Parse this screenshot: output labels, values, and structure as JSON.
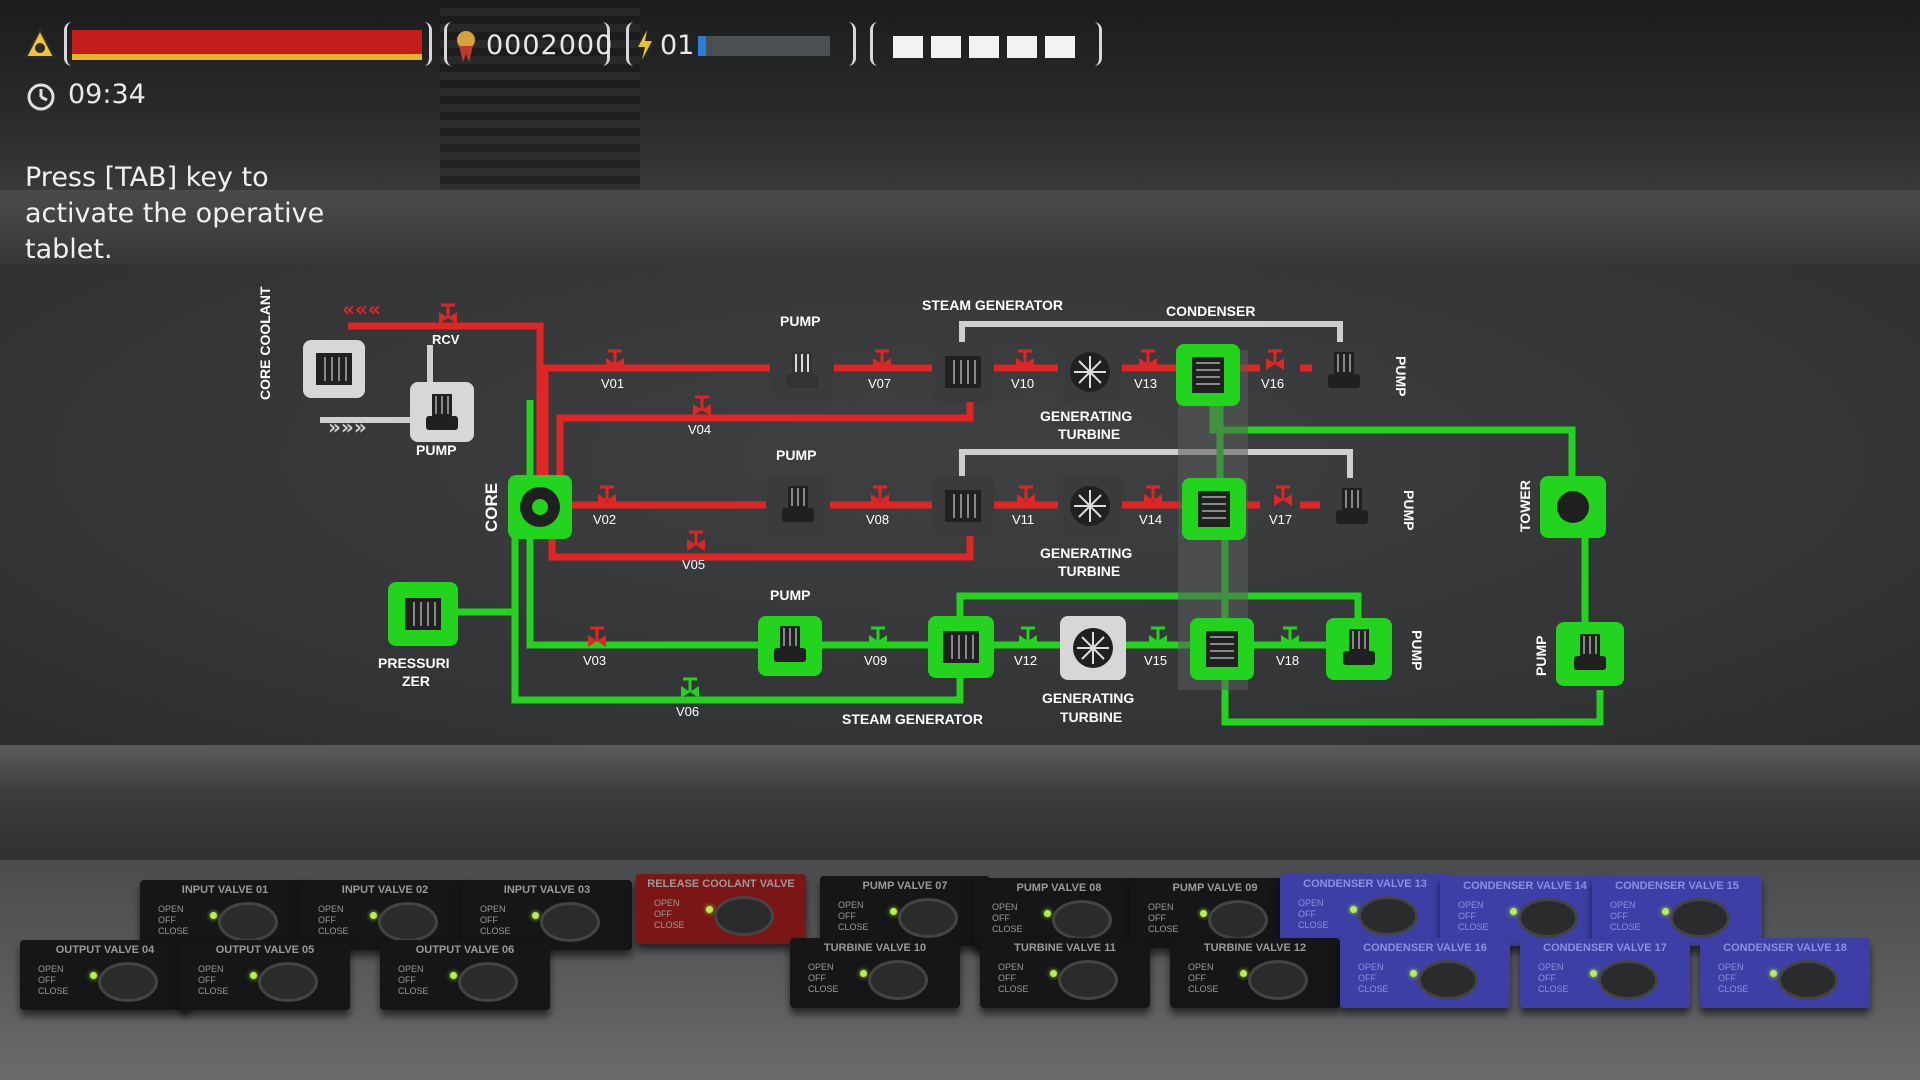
{
  "hud": {
    "score": "0002000",
    "energy_label": "01",
    "energy_level": 0.06,
    "health_level": 1.0,
    "slots_filled": 5,
    "timer": "09:34",
    "hint": "Press [TAB] key to activate the operative tablet.",
    "icons": [
      "warning-icon",
      "medal-icon",
      "lightning-icon",
      "clock-icon"
    ]
  },
  "diagram": {
    "labels": {
      "core_coolant": "CORE COOLANT",
      "rcv": "RCV",
      "pump": "PUMP",
      "core": "CORE",
      "pressurizer_1": "PRESSURI",
      "pressurizer_2": "ZER",
      "steam_generator": "STEAM GENERATOR",
      "condenser": "CONDENSER",
      "generating": "GENERATING",
      "turbine": "TURBINE",
      "tower": "TOWER"
    },
    "valves": [
      "V01",
      "V02",
      "V03",
      "V04",
      "V05",
      "V06",
      "V07",
      "V08",
      "V09",
      "V10",
      "V11",
      "V12",
      "V13",
      "V14",
      "V15",
      "V16",
      "V17",
      "V18"
    ],
    "colors": {
      "active": "#22d41e",
      "hot": "#e12525",
      "inactive": "#cfcfcf"
    }
  },
  "switches": {
    "states": [
      "OPEN",
      "OFF",
      "CLOSE"
    ],
    "panels": [
      {
        "title": "INPUT VALVE 01"
      },
      {
        "title": "INPUT VALVE 02"
      },
      {
        "title": "INPUT VALVE 03"
      },
      {
        "title": "RELEASE COOLANT VALVE"
      },
      {
        "title": "PUMP VALVE 07"
      },
      {
        "title": "PUMP VALVE 08"
      },
      {
        "title": "PUMP VALVE 09"
      },
      {
        "title": "CONDENSER VALVE 13"
      },
      {
        "title": "CONDENSER VALVE 14"
      },
      {
        "title": "CONDENSER VALVE 15"
      },
      {
        "title": "OUTPUT VALVE 04"
      },
      {
        "title": "OUTPUT VALVE 05"
      },
      {
        "title": "OUTPUT VALVE 06"
      },
      {
        "title": "TURBINE VALVE 10"
      },
      {
        "title": "TURBINE VALVE 11"
      },
      {
        "title": "TURBINE VALVE 12"
      },
      {
        "title": "CONDENSER VALVE 16"
      },
      {
        "title": "CONDENSER VALVE 17"
      },
      {
        "title": "CONDENSER VALVE 18"
      }
    ]
  }
}
